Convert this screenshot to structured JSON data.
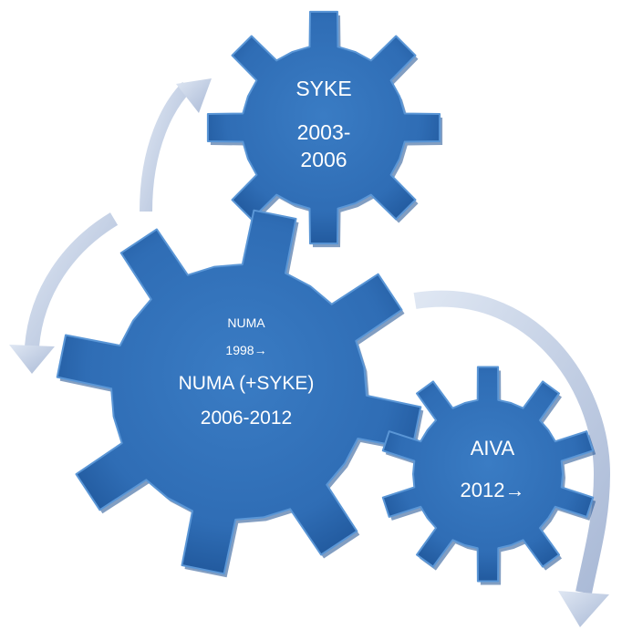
{
  "diagram": {
    "gears": [
      {
        "id": "syke",
        "lines": [
          "SYKE",
          "2003-",
          "2006"
        ]
      },
      {
        "id": "numa",
        "small_lines": [
          "NUMA",
          "1998→"
        ],
        "lines": [
          "NUMA (+SYKE)",
          "2006-2012"
        ]
      },
      {
        "id": "aiva",
        "lines": [
          "AIVA",
          "2012→"
        ]
      }
    ],
    "arrows": [
      {
        "from": "numa",
        "to": "syke"
      },
      {
        "from": "numa-left",
        "to": "down"
      },
      {
        "from": "numa",
        "to": "aiva"
      }
    ],
    "colors": {
      "gear_fill": "#2f6db5",
      "gear_dark": "#1b4f8f",
      "gear_light": "#5a96d6",
      "arrow_fill": "#c9d4e8",
      "text": "#ffffff"
    }
  }
}
